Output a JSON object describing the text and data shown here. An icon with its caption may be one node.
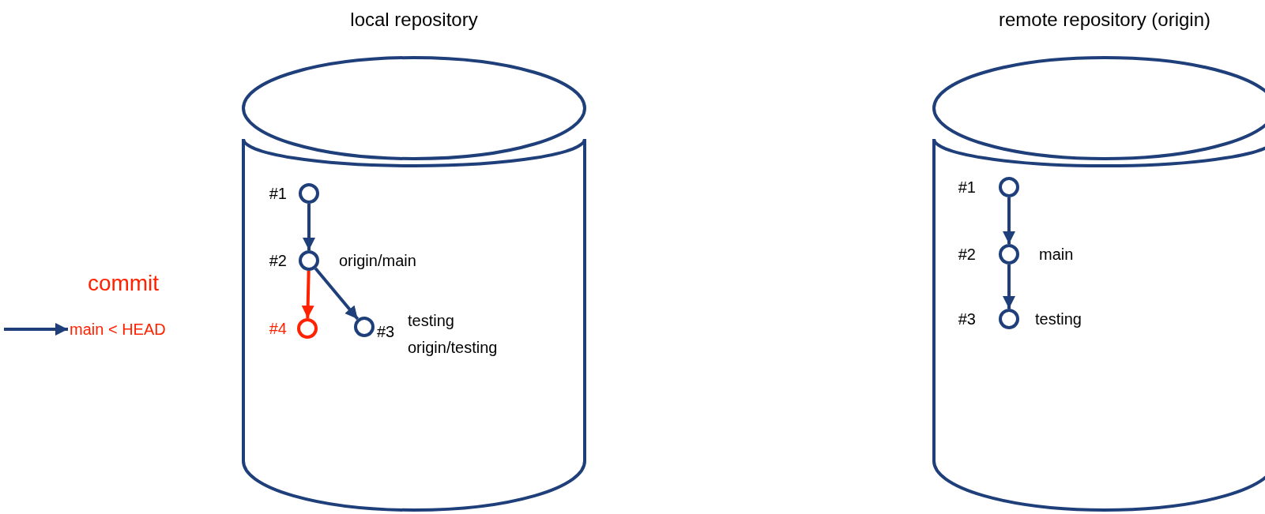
{
  "diagram": {
    "nodes": [
      {
        "text": [
          "main < HEAD"
        ]
      },
      {
        "text": [
          "local repository"
        ]
      },
      {
        "text": [],
        "shape": "circle",
        "in": 1,
        "beside": [
          "#1"
        ]
      },
      {
        "text": [],
        "shape": "circle",
        "in": 1,
        "beside": [
          "#2",
          "origin/main"
        ]
      },
      {
        "text": [],
        "shape": "circle",
        "in": 1,
        "beside": [
          "#4"
        ]
      },
      {
        "text": [],
        "shape": "circle",
        "in": 1,
        "beside": [
          "#3",
          "testing",
          "origin/testing"
        ]
      },
      {
        "text": [
          "remote repository (origin)"
        ]
      },
      {
        "text": [],
        "shape": "circle",
        "in": 6,
        "beside": [
          "#1"
        ]
      },
      {
        "text": [],
        "shape": "circle",
        "in": 6,
        "beside": [
          "#2",
          "main"
        ]
      },
      {
        "text": [],
        "shape": "circle",
        "in": 6,
        "beside": [
          "#3",
          "testing"
        ]
      }
    ],
    "edges": [
      {
        "from": null,
        "to": 0,
        "arrow": "to"
      },
      {
        "from": 2,
        "to": 3,
        "arrow": "to"
      },
      {
        "from": 3,
        "to": 4,
        "arrow": "to",
        "color": "#ff2200"
      },
      {
        "from": 3,
        "to": 5,
        "arrow": "to"
      },
      {
        "from": 7,
        "to": 8,
        "arrow": "to"
      },
      {
        "from": 8,
        "to": 9,
        "arrow": "to"
      }
    ],
    "labels": [
      "commit"
    ]
  }
}
